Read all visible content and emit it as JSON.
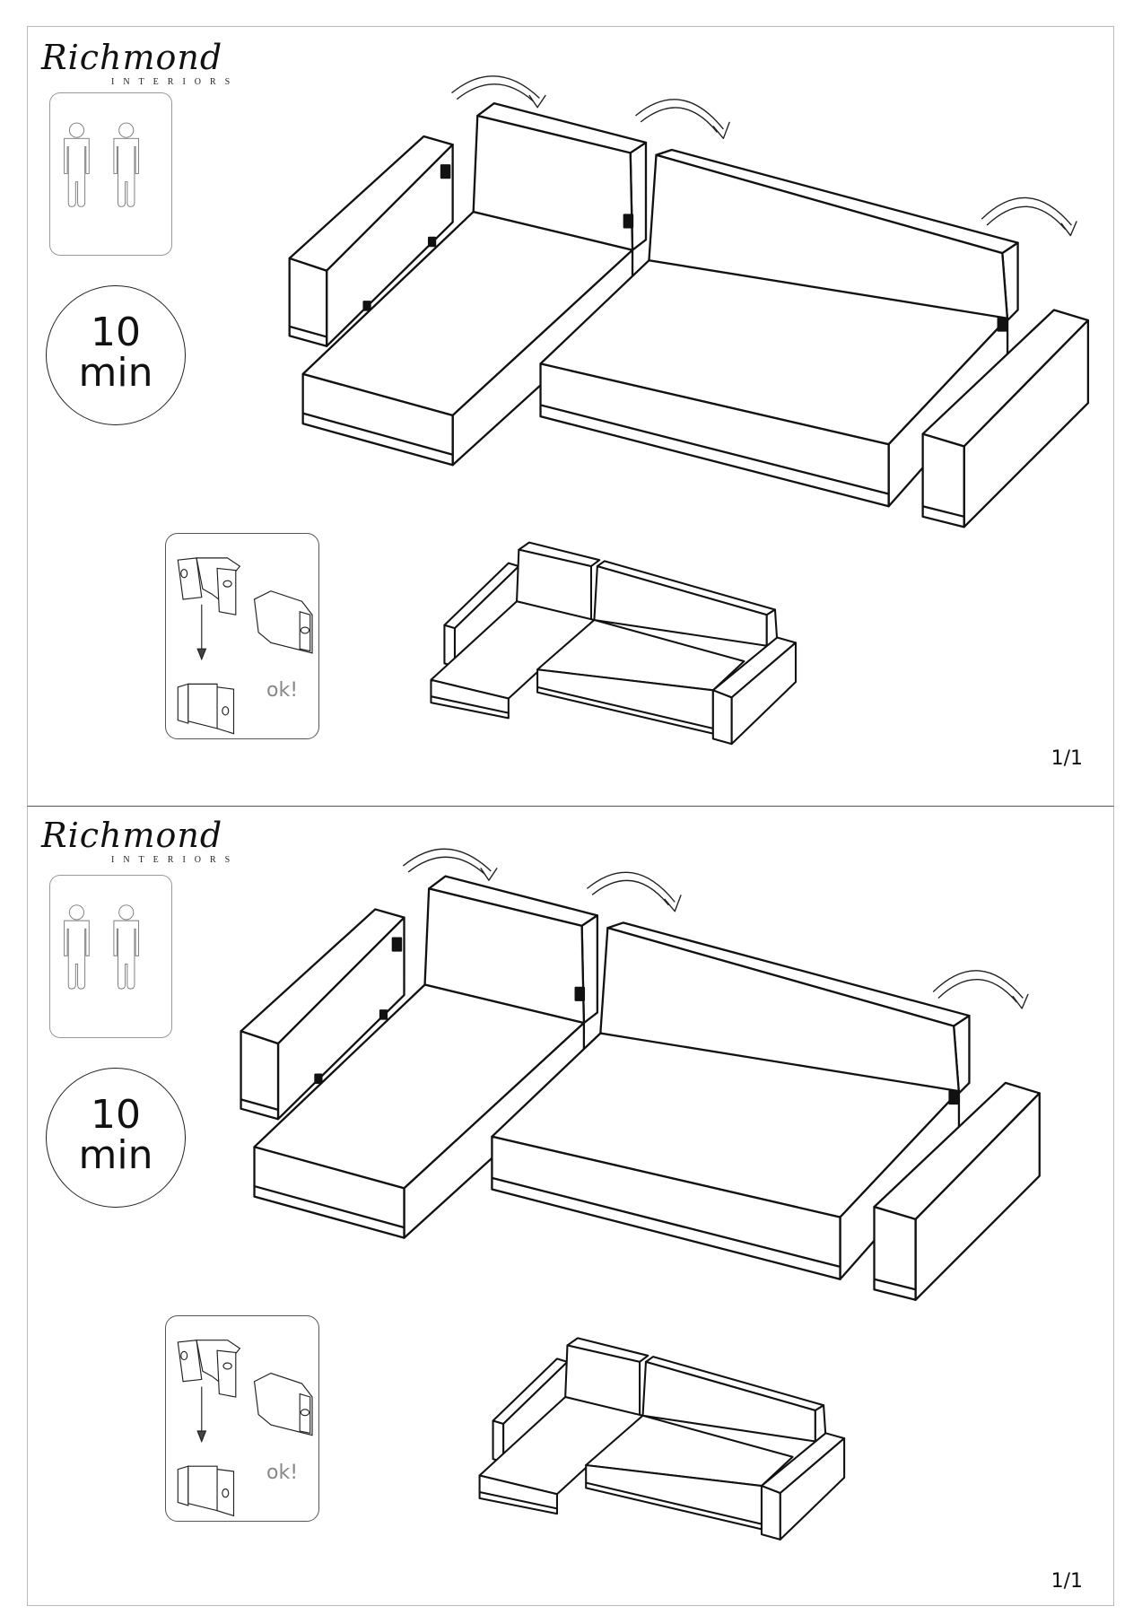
{
  "pages": [
    {
      "brand": {
        "name": "Richmond",
        "tagline": "INTERIORS"
      },
      "timer": {
        "value": "10",
        "unit": "min"
      },
      "hardware_note": "ok!",
      "page_number": "1/1"
    },
    {
      "brand": {
        "name": "Richmond",
        "tagline": "INTERIORS"
      },
      "timer": {
        "value": "10",
        "unit": "min"
      },
      "hardware_note": "ok!",
      "page_number": "1/1"
    }
  ]
}
